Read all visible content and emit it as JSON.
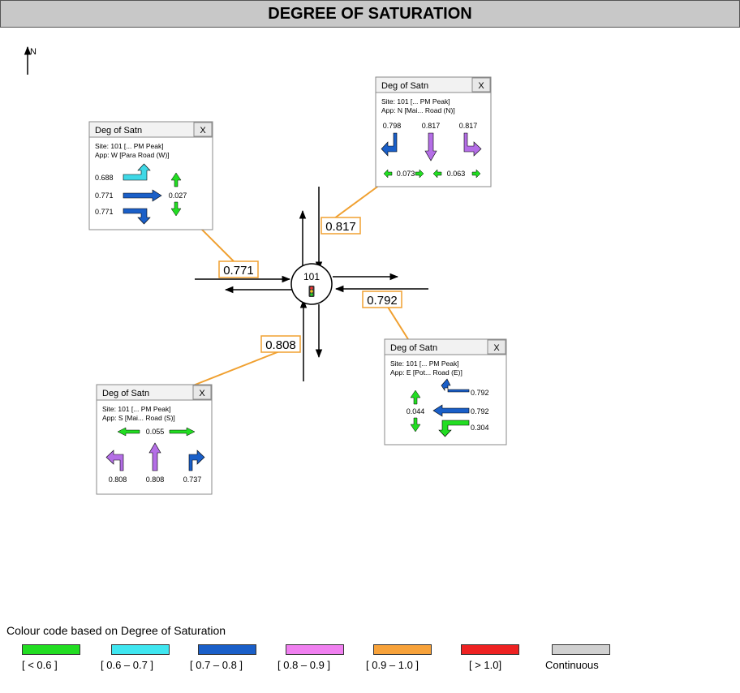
{
  "header": {
    "title": "DEGREE OF SATURATION"
  },
  "compass": {
    "label": "N"
  },
  "intersection": {
    "site_id": "101",
    "approach_values": {
      "north": "0.817",
      "west": "0.771",
      "east": "0.792",
      "south": "0.808"
    }
  },
  "panels": {
    "north": {
      "title": "Deg of Satn",
      "close": "X",
      "site": "Site: 101 [... PM Peak]",
      "approach": "App: N [Mai... Road (N)]",
      "movements": [
        {
          "dir": "right",
          "value": "0.798",
          "color": "#1a5fc8"
        },
        {
          "dir": "through",
          "value": "0.817",
          "color": "#b46ee6"
        },
        {
          "dir": "left",
          "value": "0.817",
          "color": "#b46ee6"
        }
      ],
      "peds": [
        "0.073",
        "0.063"
      ]
    },
    "west": {
      "title": "Deg of Satn",
      "close": "X",
      "site": "Site: 101 [... PM Peak]",
      "approach": "App: W [Para Road (W)]",
      "movements": [
        {
          "dir": "left",
          "value": "0.688",
          "color": "#3fd8e6"
        },
        {
          "dir": "through",
          "value": "0.771",
          "color": "#1a5fc8"
        },
        {
          "dir": "right",
          "value": "0.771",
          "color": "#1a5fc8"
        }
      ],
      "peds": [
        "0.027"
      ]
    },
    "east": {
      "title": "Deg of Satn",
      "close": "X",
      "site": "Site: 101 [... PM Peak]",
      "approach": "App: E [Pot... Road (E)]",
      "movements": [
        {
          "dir": "right",
          "value": "0.792",
          "color": "#1a5fc8"
        },
        {
          "dir": "through",
          "value": "0.792",
          "color": "#1a5fc8"
        },
        {
          "dir": "left",
          "value": "0.304",
          "color": "#22dd22"
        }
      ],
      "peds": [
        "0.044"
      ]
    },
    "south": {
      "title": "Deg of Satn",
      "close": "X",
      "site": "Site: 101 [... PM Peak]",
      "approach": "App: S [Mai... Road (S)]",
      "movements": [
        {
          "dir": "left",
          "value": "0.808",
          "color": "#b46ee6"
        },
        {
          "dir": "through",
          "value": "0.808",
          "color": "#b46ee6"
        },
        {
          "dir": "right",
          "value": "0.737",
          "color": "#1a5fc8"
        }
      ],
      "peds": [
        "0.055"
      ]
    }
  },
  "legend": {
    "title": "Colour code based on Degree of Saturation",
    "items": [
      {
        "label": "[ < 0.6 ]",
        "color": "#22dd22"
      },
      {
        "label": "[ 0.6 – 0.7 ]",
        "color": "#3fe6f0"
      },
      {
        "label": "[ 0.7 – 0.8 ]",
        "color": "#1a5fc8"
      },
      {
        "label": "[ 0.8 – 0.9 ]",
        "color": "#f080f0"
      },
      {
        "label": "[ 0.9 – 1.0 ]",
        "color": "#f7a23a"
      },
      {
        "label": "[ > 1.0]",
        "color": "#ee2222"
      },
      {
        "label": "Continuous",
        "color": "#d0d0d0"
      }
    ]
  },
  "colors": {
    "leader_line": "#f0a030",
    "panel_border": "#8a8a8a",
    "panel_titlebar": "#f2f2f2",
    "ped_arrow": "#22dd22"
  }
}
